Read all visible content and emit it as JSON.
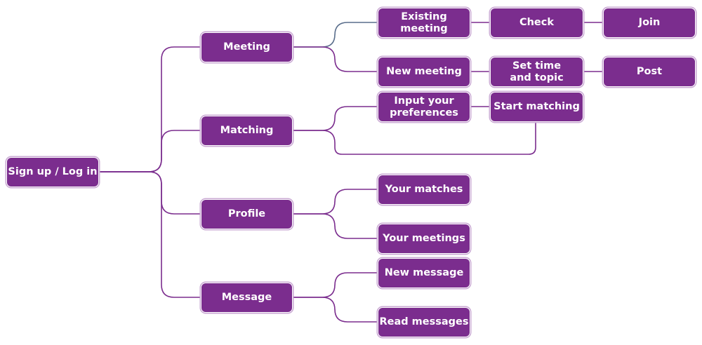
{
  "colors": {
    "node_fill": "#7b2d8e",
    "node_text": "#ffffff",
    "connector": "#7b2d8e",
    "connector_accent": "#5a6e8c"
  },
  "nodes": {
    "sign_up_log_in": "Sign up / Log in",
    "meeting": "Meeting",
    "matching": "Matching",
    "profile": "Profile",
    "message": "Message",
    "existing_meeting": "Existing\nmeeting",
    "new_meeting": "New meeting",
    "input_preferences": "Input your\npreferences",
    "your_matches": "Your matches",
    "your_meetings": "Your meetings",
    "new_message": "New message",
    "read_messages": "Read messages",
    "check": "Check",
    "set_time_topic": "Set time\nand topic",
    "start_matching": "Start matching",
    "join": "Join",
    "post": "Post"
  }
}
